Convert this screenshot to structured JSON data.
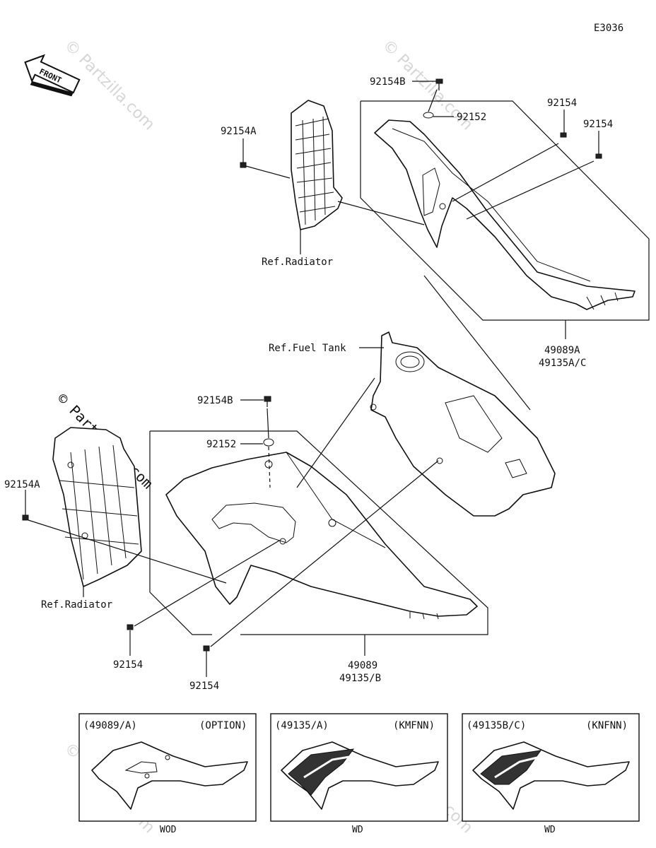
{
  "diagram_id": "E3036",
  "front_label": "FRONT",
  "watermark": "© Partzilla.com",
  "labels": {
    "top_92154B": "92154B",
    "top_92152": "92152",
    "top_92154_a": "92154",
    "top_92154_b": "92154",
    "top_92154A": "92154A",
    "top_ref_radiator": "Ref.Radiator",
    "ref_fuel_tank": "Ref.Fuel Tank",
    "top_part_1": "49089A",
    "top_part_2": "49135A/C",
    "mid_92154B": "92154B",
    "mid_92152": "92152",
    "left_92154A": "92154A",
    "left_ref_radiator": "Ref.Radiator",
    "bot_92154_a": "92154",
    "bot_92154_b": "92154",
    "bot_part_1": "49089",
    "bot_part_2": "49135/B"
  },
  "variants": [
    {
      "part": "(49089/A)",
      "tag": "(OPTION)",
      "finish": "WOD"
    },
    {
      "part": "(49135/A)",
      "tag": "(KMFNN)",
      "finish": "WD"
    },
    {
      "part": "(49135B/C)",
      "tag": "(KNFNN)",
      "finish": "WD"
    }
  ]
}
